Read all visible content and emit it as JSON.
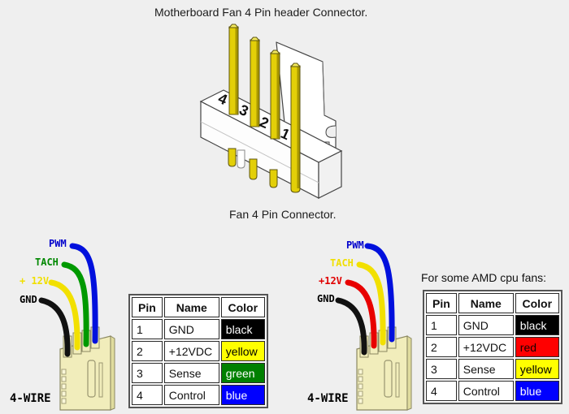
{
  "title": "Motherboard Fan 4 Pin header Connector.",
  "subtitle": "Fan 4 Pin Connector.",
  "amd_heading": "For some AMD cpu fans:",
  "colors": {
    "background": "#efefef",
    "body_white": "#ffffff",
    "pin_gold": "#e3cf08",
    "pin_gold_dark": "#a89700",
    "pin_gold_light": "#f4ea5e",
    "connector_cream": "#f1edbb",
    "connector_cream_dark": "#e0dc9e",
    "wire_blue": "#0010dd",
    "wire_green": "#009900",
    "wire_yellow": "#f2e000",
    "wire_red": "#e80000",
    "wire_black": "#111111"
  },
  "big_connector": {
    "pin_labels": [
      "4",
      "3",
      "2",
      "1"
    ]
  },
  "left_group": {
    "labels": [
      {
        "text": "PWM",
        "color": "#0000cc"
      },
      {
        "text": "TACH",
        "color": "#008800"
      },
      {
        "text": "+ 12V",
        "color": "#f0df00"
      },
      {
        "text": "GND",
        "color": "#000000"
      }
    ],
    "caption": "4-WIRE",
    "table": {
      "headers": [
        "Pin",
        "Name",
        "Color"
      ],
      "rows": [
        {
          "pin": "1",
          "name": "GND",
          "color_label": "black",
          "bg": "#000000",
          "fg": "#ffffff"
        },
        {
          "pin": "2",
          "name": "+12VDC",
          "color_label": "yellow",
          "bg": "#ffff00",
          "fg": "#000000"
        },
        {
          "pin": "3",
          "name": "Sense",
          "color_label": "green",
          "bg": "#008000",
          "fg": "#ffffff"
        },
        {
          "pin": "4",
          "name": "Control",
          "color_label": "blue",
          "bg": "#0000ff",
          "fg": "#ffffff"
        }
      ]
    }
  },
  "right_group": {
    "labels": [
      {
        "text": "PWM",
        "color": "#0000cc"
      },
      {
        "text": "TACH",
        "color": "#f0df00"
      },
      {
        "text": "+12V",
        "color": "#e00000"
      },
      {
        "text": "GND",
        "color": "#000000"
      }
    ],
    "caption": "4-WIRE",
    "table": {
      "headers": [
        "Pin",
        "Name",
        "Color"
      ],
      "rows": [
        {
          "pin": "1",
          "name": "GND",
          "color_label": "black",
          "bg": "#000000",
          "fg": "#ffffff"
        },
        {
          "pin": "2",
          "name": "+12VDC",
          "color_label": "red",
          "bg": "#ff0000",
          "fg": "#1a0000"
        },
        {
          "pin": "3",
          "name": "Sense",
          "color_label": "yellow",
          "bg": "#ffff00",
          "fg": "#000000"
        },
        {
          "pin": "4",
          "name": "Control",
          "color_label": "blue",
          "bg": "#0000ff",
          "fg": "#ffffff"
        }
      ]
    }
  }
}
